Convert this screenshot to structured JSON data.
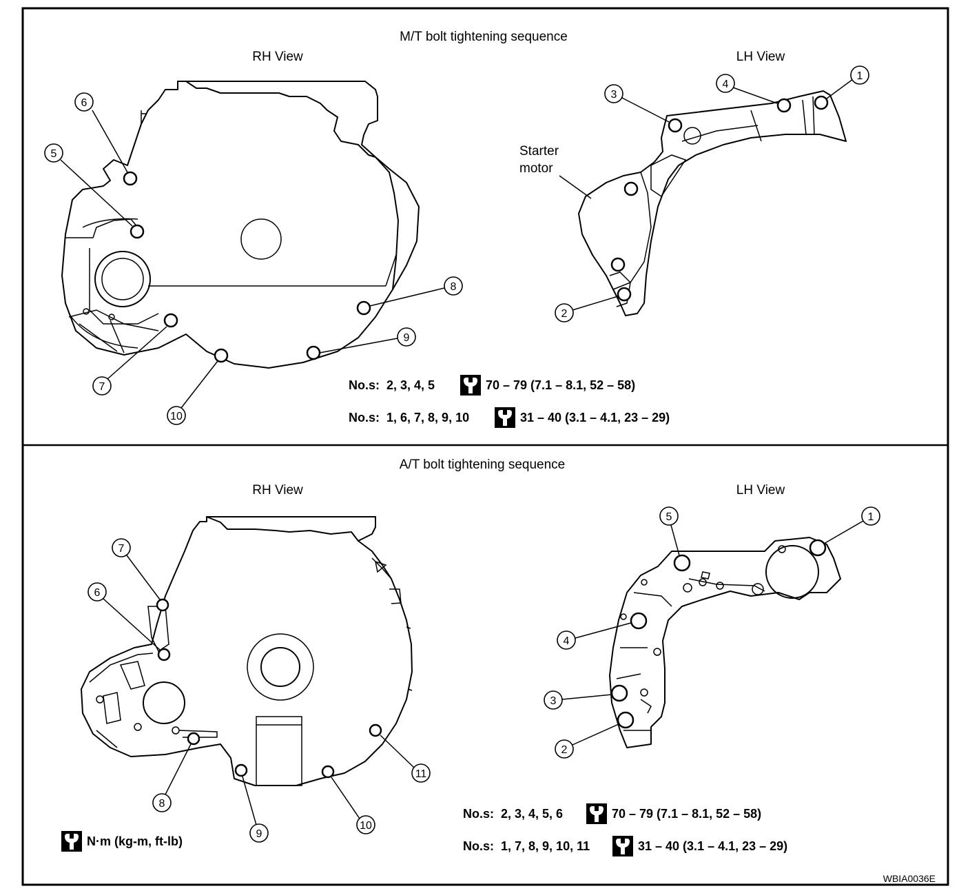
{
  "mt": {
    "title": "M/T bolt tightening sequence",
    "rh_view": "RH View",
    "lh_view": "LH View",
    "starter_line1": "Starter",
    "starter_line2": "motor",
    "spec1_numbers": "No.s:  2, 3, 4, 5",
    "spec1_torque": "70 – 79 (7.1 – 8.1, 52 – 58)",
    "spec2_numbers": "No.s:  1, 6, 7, 8, 9, 10",
    "spec2_torque": "31 – 40 (3.1 – 4.1, 23 – 29)",
    "rh_callouts": [
      "6",
      "5",
      "7",
      "8",
      "9",
      "10"
    ],
    "lh_callouts": [
      "1",
      "4",
      "3",
      "2"
    ]
  },
  "at": {
    "title": "A/T bolt tightening sequence",
    "rh_view": "RH View",
    "lh_view": "LH View",
    "spec1_numbers": "No.s:  2, 3, 4, 5, 6",
    "spec1_torque": "70 – 79 (7.1 – 8.1, 52 – 58)",
    "spec2_numbers": "No.s:  1, 7, 8, 9, 10, 11",
    "spec2_torque": "31 – 40 (3.1 – 4.1, 23 – 29)",
    "rh_callouts": [
      "7",
      "6",
      "8",
      "9",
      "10",
      "11"
    ],
    "lh_callouts": [
      "5",
      "1",
      "4",
      "3",
      "2"
    ]
  },
  "legend": {
    "unit": "N·m (kg-m, ft-lb)",
    "icon": "torque-wrench-icon"
  },
  "figure_code": "WBIA0036E"
}
